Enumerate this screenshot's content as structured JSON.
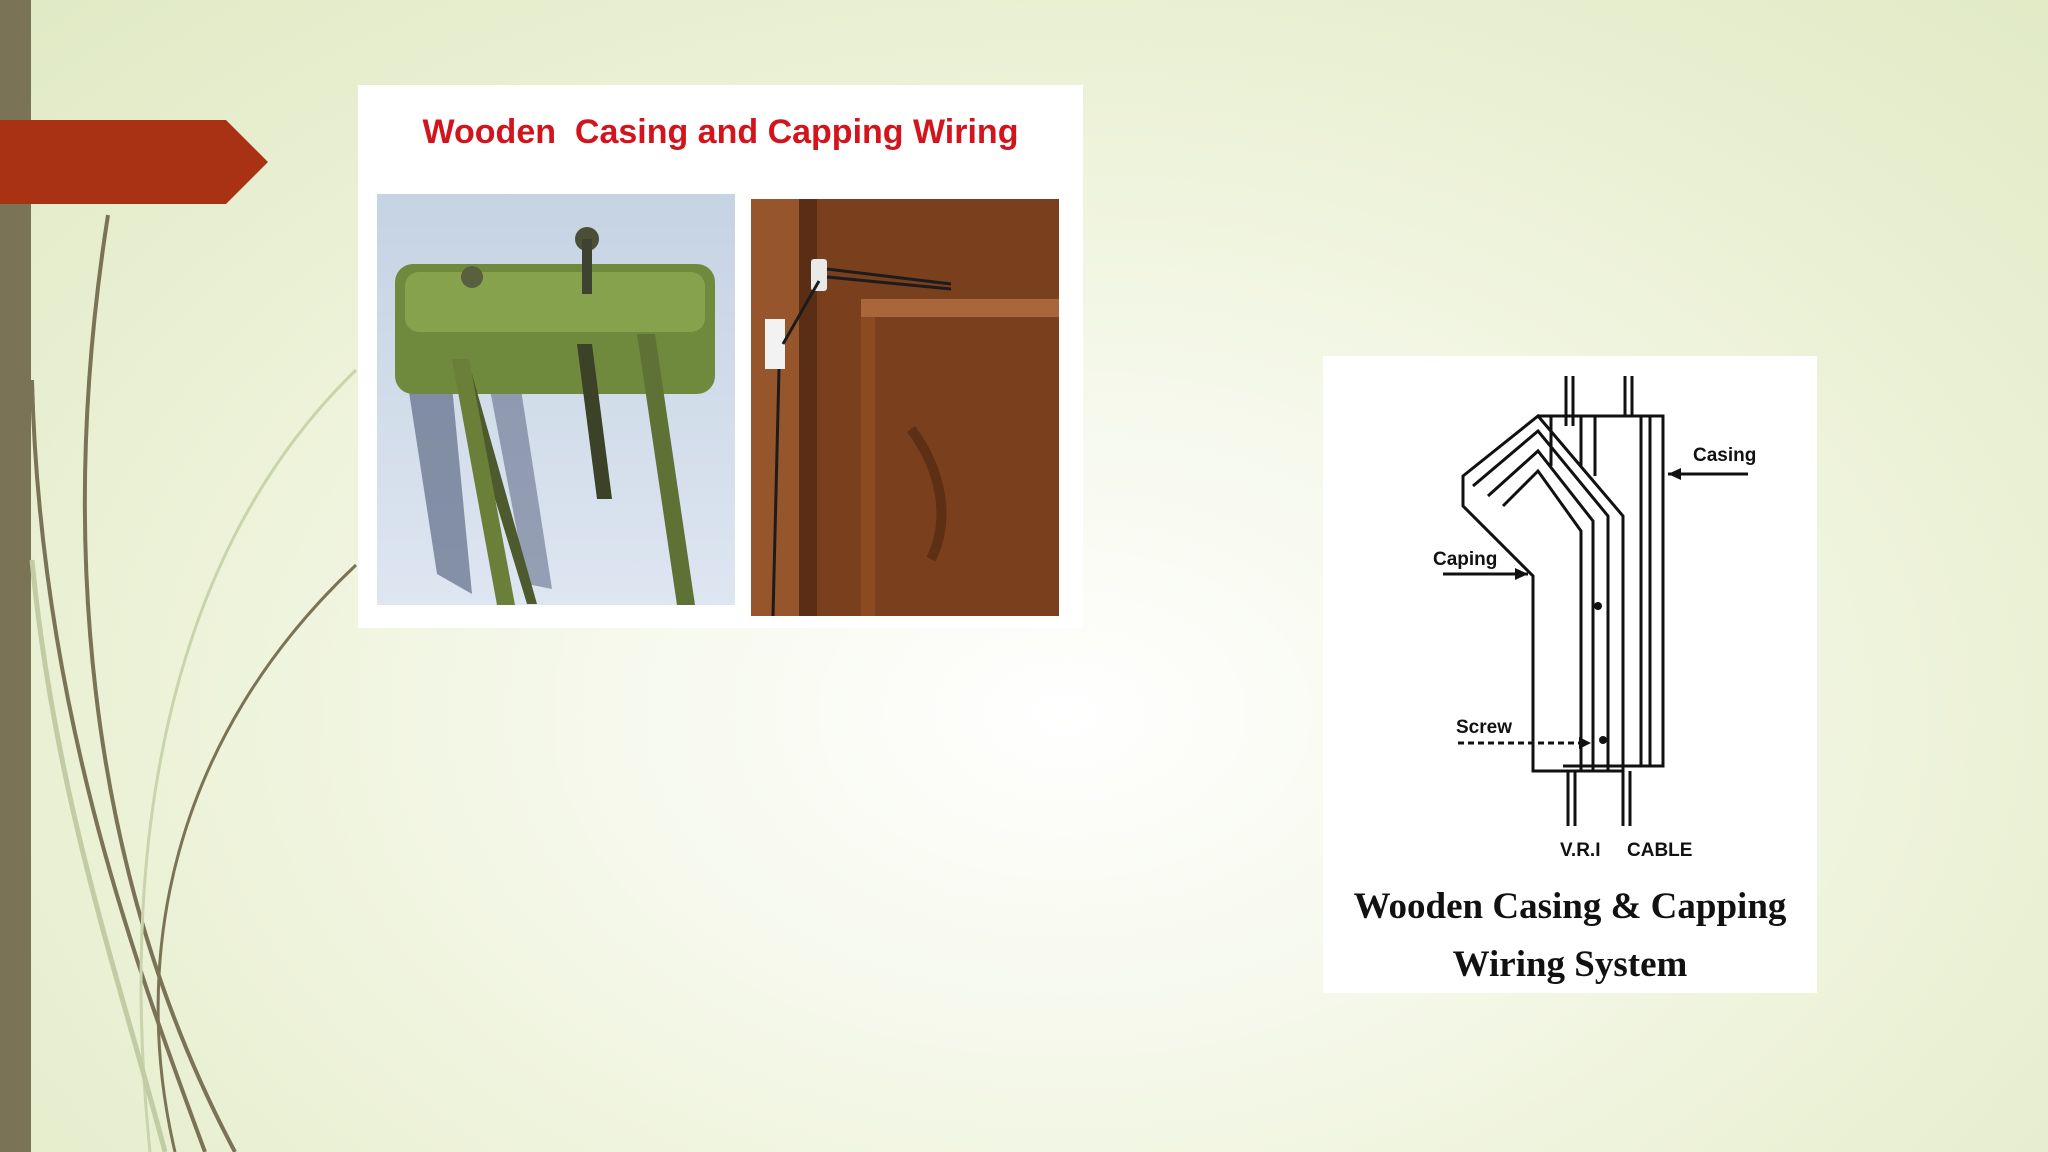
{
  "slide": {
    "colors": {
      "left_bar": "#7b7356",
      "arrow": "#a93214",
      "title_red": "#d4141c"
    },
    "card1": {
      "title": "Wooden  Casing and Capping Wiring",
      "photo_left": "wooden-cleat-with-nails-photo",
      "photo_right": "wooden-casing-on-wall-photo"
    },
    "card2": {
      "labels": {
        "casing": "Casing",
        "caping": "Caping",
        "screw": "Screw",
        "vri": "V.R.I",
        "cable": "CABLE"
      },
      "caption_line1": "Wooden Casing & Capping",
      "caption_line2": "Wiring System"
    }
  }
}
